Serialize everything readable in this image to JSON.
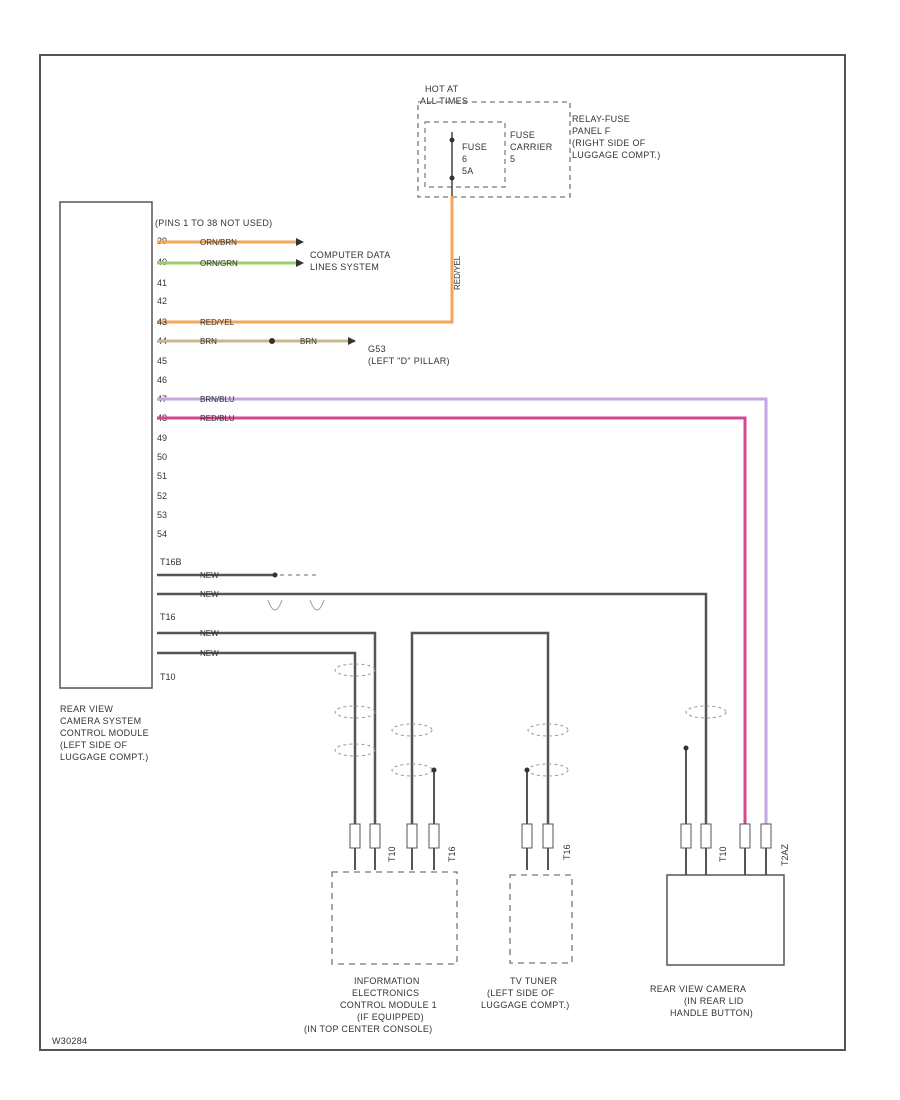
{
  "frame": {
    "code": "W30284"
  },
  "power": {
    "hot_at": [
      "HOT AT",
      "ALL TIMES"
    ],
    "fuse": [
      "FUSE",
      "6",
      "5A"
    ],
    "fuse_carrier": [
      "FUSE",
      "CARRIER",
      "5"
    ],
    "relay_panel": [
      "RELAY-FUSE",
      "PANEL F",
      "(RIGHT SIDE OF",
      "LUGGAGE COMPT.)"
    ],
    "feed_wire": "RED/YEL"
  },
  "module": {
    "name": [
      "REAR VIEW",
      "CAMERA SYSTEM",
      "CONTROL MODULE",
      "(LEFT SIDE OF",
      "LUGGAGE COMPT.)"
    ],
    "pins_note": "(PINS 1 TO 38 NOT USED)",
    "pins": [
      "39",
      "40",
      "41",
      "42",
      "43",
      "44",
      "45",
      "46",
      "47",
      "48",
      "49",
      "50",
      "51",
      "52",
      "53",
      "54"
    ],
    "connectors": [
      "T16B",
      "T16",
      "T10"
    ]
  },
  "wires": {
    "w39": "ORN/BRN",
    "w40": "ORN/GRN",
    "w43": "RED/YEL",
    "w44": "BRN",
    "w44b": "BRN",
    "w47": "BRN/BLU",
    "w48": "RED/BLU",
    "t16b_1": "NEW",
    "t16b_2": "NEW",
    "t16_1": "NEW",
    "t16_2": "NEW"
  },
  "computer_data": [
    "COMPUTER DATA",
    "LINES SYSTEM"
  ],
  "ground": [
    "G53",
    "(LEFT \"D\" PILLAR)"
  ],
  "components": {
    "info_ecm": [
      "INFORMATION",
      "ELECTRONICS",
      "CONTROL MODULE 1",
      "(IF EQUIPPED)",
      "(IN TOP CENTER CONSOLE)"
    ],
    "info_ecm_connectors": [
      "T10",
      "T16"
    ],
    "tv_tuner": [
      "TV TUNER",
      "(LEFT SIDE OF",
      "LUGGAGE COMPT.)"
    ],
    "tv_tuner_connector": "T16",
    "camera": [
      "REAR VIEW CAMERA",
      "(IN REAR LID",
      "HANDLE BUTTON)"
    ],
    "camera_connectors": [
      "T10",
      "T2AZ"
    ]
  },
  "colors": {
    "orange": "#f2a65a",
    "green": "#9ccc6e",
    "purple": "#c4a8e0",
    "magenta": "#d6478f",
    "dark": "#555555",
    "brown": "#b89060",
    "frame": "#555555"
  }
}
